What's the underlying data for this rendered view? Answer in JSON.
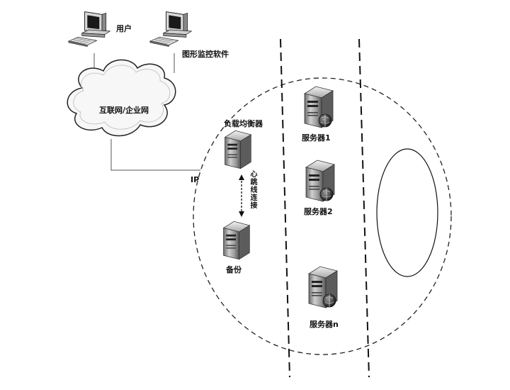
{
  "labels": {
    "user": "用户",
    "monitor_software": "图形监控软件",
    "network": "互联网/企业网",
    "load_balancer": "负载均衡器",
    "heartbeat": "心跳线连接",
    "backup": "备份",
    "ip": "IP",
    "server1": "服务器1",
    "server2": "服务器2",
    "servern": "服务器n"
  },
  "icons": {
    "user_computer": "desktop-computer-icon",
    "monitor_computer": "desktop-computer-icon",
    "network_cloud": "cloud-icon",
    "load_balancer_server": "server-tower-icon",
    "backup_server": "server-tower-icon",
    "server": "server-tower-icon"
  }
}
